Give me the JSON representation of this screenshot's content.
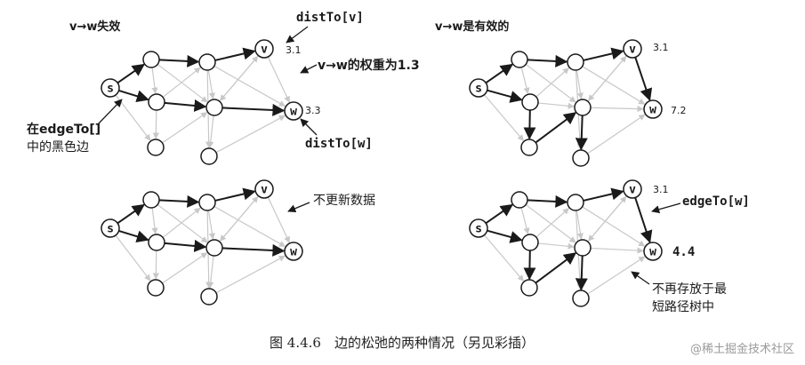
{
  "panels": {
    "top_left": {
      "title": "v→w失效",
      "nodes": {
        "s": "s",
        "v": "v",
        "w": "w"
      },
      "annotations": {
        "distTo_v": "distTo[v]",
        "v_dist": "3.1",
        "weight": "v→w的权重为1.3",
        "w_dist": "3.3",
        "distTo_w": "distTo[w]",
        "edgeTo_line1": "在edgeTo[]",
        "edgeTo_line2": "中的黑色边"
      }
    },
    "top_right": {
      "title": "v→w是有效的",
      "nodes": {
        "s": "s",
        "v": "v",
        "w": "w"
      },
      "annotations": {
        "v_dist": "3.1",
        "w_dist": "7.2"
      }
    },
    "bottom_left": {
      "nodes": {
        "s": "s",
        "v": "v",
        "w": "w"
      },
      "annotations": {
        "no_update": "不更新数据"
      }
    },
    "bottom_right": {
      "nodes": {
        "s": "s",
        "v": "v",
        "w": "w"
      },
      "annotations": {
        "v_dist": "3.1",
        "edgeTo_w": "edgeTo[w]",
        "w_dist": "4.4",
        "removed_line1": "不再存放于最",
        "removed_line2": "短路径树中"
      }
    }
  },
  "caption": "图 4.4.6　边的松弛的两种情况（另见彩插）",
  "watermark": "@稀土掘金技术社区",
  "colors": {
    "ink": "#1a1a1a",
    "faint": "#c8c8c8",
    "caption": "#222222",
    "watermark": "#9a9a9a"
  }
}
